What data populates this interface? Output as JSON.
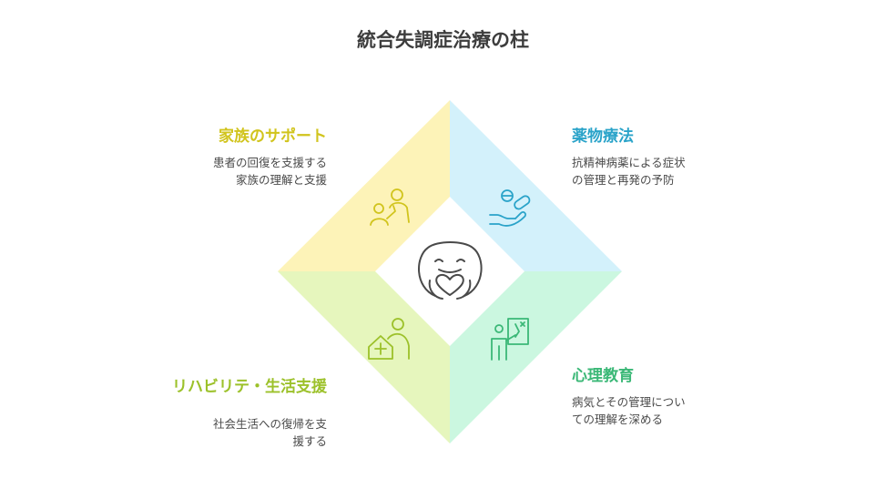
{
  "title": "統合失調症治療の柱",
  "center_icon": "smiling-face-heart-icon",
  "quadrants": [
    {
      "id": "family",
      "heading": "家族のサポート",
      "description": "患者の回復を支援する\n家族の理解と支援",
      "icon": "family-support-icon",
      "color": "#d1c41d",
      "fill": "#fdf3b8"
    },
    {
      "id": "medication",
      "heading": "薬物療法",
      "description": "抗精神病薬による症状\nの管理と再発の予防",
      "icon": "pill-in-hand-icon",
      "color": "#2aa3c9",
      "fill": "#d3f1fb"
    },
    {
      "id": "psychoeducation",
      "heading": "心理教育",
      "description": "病気とその管理につい\nての理解を深める",
      "icon": "teacher-board-icon",
      "color": "#3bb877",
      "fill": "#cbf7e0"
    },
    {
      "id": "rehab",
      "heading": "リハビリテ・生活支援",
      "description": "社会生活への復帰を支\n援する",
      "icon": "home-care-icon",
      "color": "#9cc12a",
      "fill": "#e6f6bd"
    }
  ]
}
